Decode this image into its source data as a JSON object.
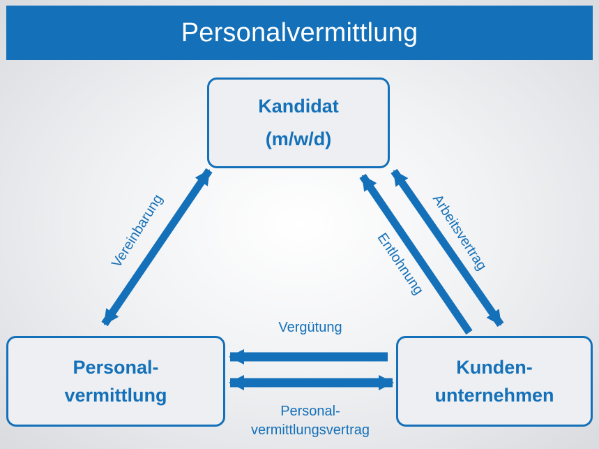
{
  "title": "Personalvermittlung",
  "nodes": {
    "candidate": {
      "line1": "Kandidat",
      "line2": "(m/w/d)"
    },
    "agency": {
      "line1": "Personal-",
      "line2": "vermittlung"
    },
    "client": {
      "line1": "Kunden-",
      "line2": "unternehmen"
    }
  },
  "edges": {
    "vereinbarung": "Vereinbarung",
    "entlohnung": "Entlohnung",
    "arbeitsvertrag": "Arbeitsvertrag",
    "verguetung": "Vergütung",
    "pv_line1": "Personal-",
    "pv_line2": "vermittlungsvertrag"
  },
  "colors": {
    "accent": "#1470b8",
    "header_text": "#ffffff",
    "box_fill": "#edeff2"
  }
}
